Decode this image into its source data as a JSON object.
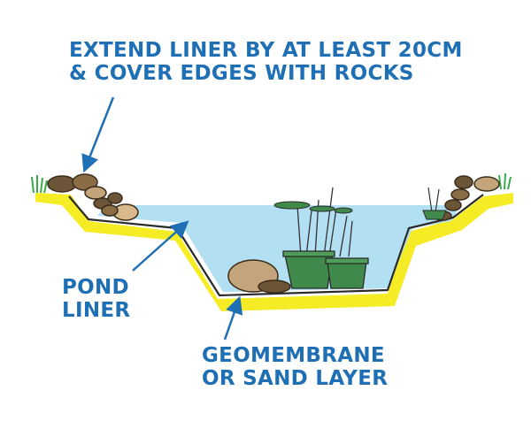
{
  "labels": {
    "top": {
      "line1": "EXTEND LINER BY AT LEAST 20CM",
      "line2": "& COVER EDGES WITH ROCKS"
    },
    "liner": {
      "line1": "POND",
      "line2": "LINER"
    },
    "geo": {
      "line1": "GEOMEMBRANE",
      "line2": "OR SAND LAYER"
    }
  },
  "colors": {
    "label": "#1e6fb4",
    "water": "#b3dff2",
    "sand": "#f5ec25",
    "liner_outline": "#2a2a2a",
    "rock_dark": "#6b5536",
    "rock_light": "#c4a47a",
    "pot": "#3f8a4a",
    "grass": "#3aaa4a"
  }
}
